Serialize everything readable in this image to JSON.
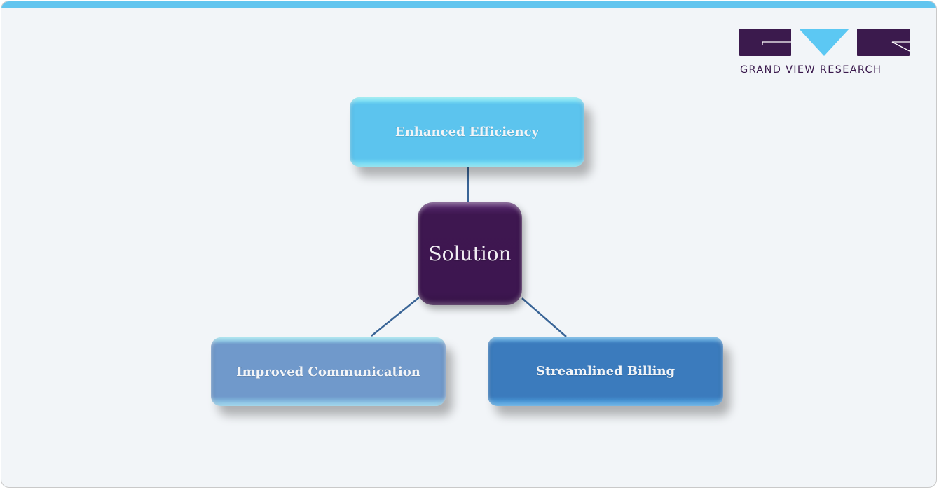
{
  "brand": {
    "name": "GRAND VIEW RESEARCH",
    "colors": {
      "dark_purple": "#3b1a4d",
      "light_blue": "#5cc8f3"
    }
  },
  "diagram": {
    "center": {
      "label": "Solution",
      "color": "#3d1650"
    },
    "branches": [
      {
        "label": "Enhanced Efficiency",
        "color": "#5cc4ee"
      },
      {
        "label": "Improved Communication",
        "color": "#7099cb"
      },
      {
        "label": "Streamlined Billing",
        "color": "#3b7bbd"
      }
    ],
    "connector_color": "#3a6597"
  },
  "theme": {
    "accent_bar": "#62c5ef",
    "background": "#f2f5f8"
  }
}
